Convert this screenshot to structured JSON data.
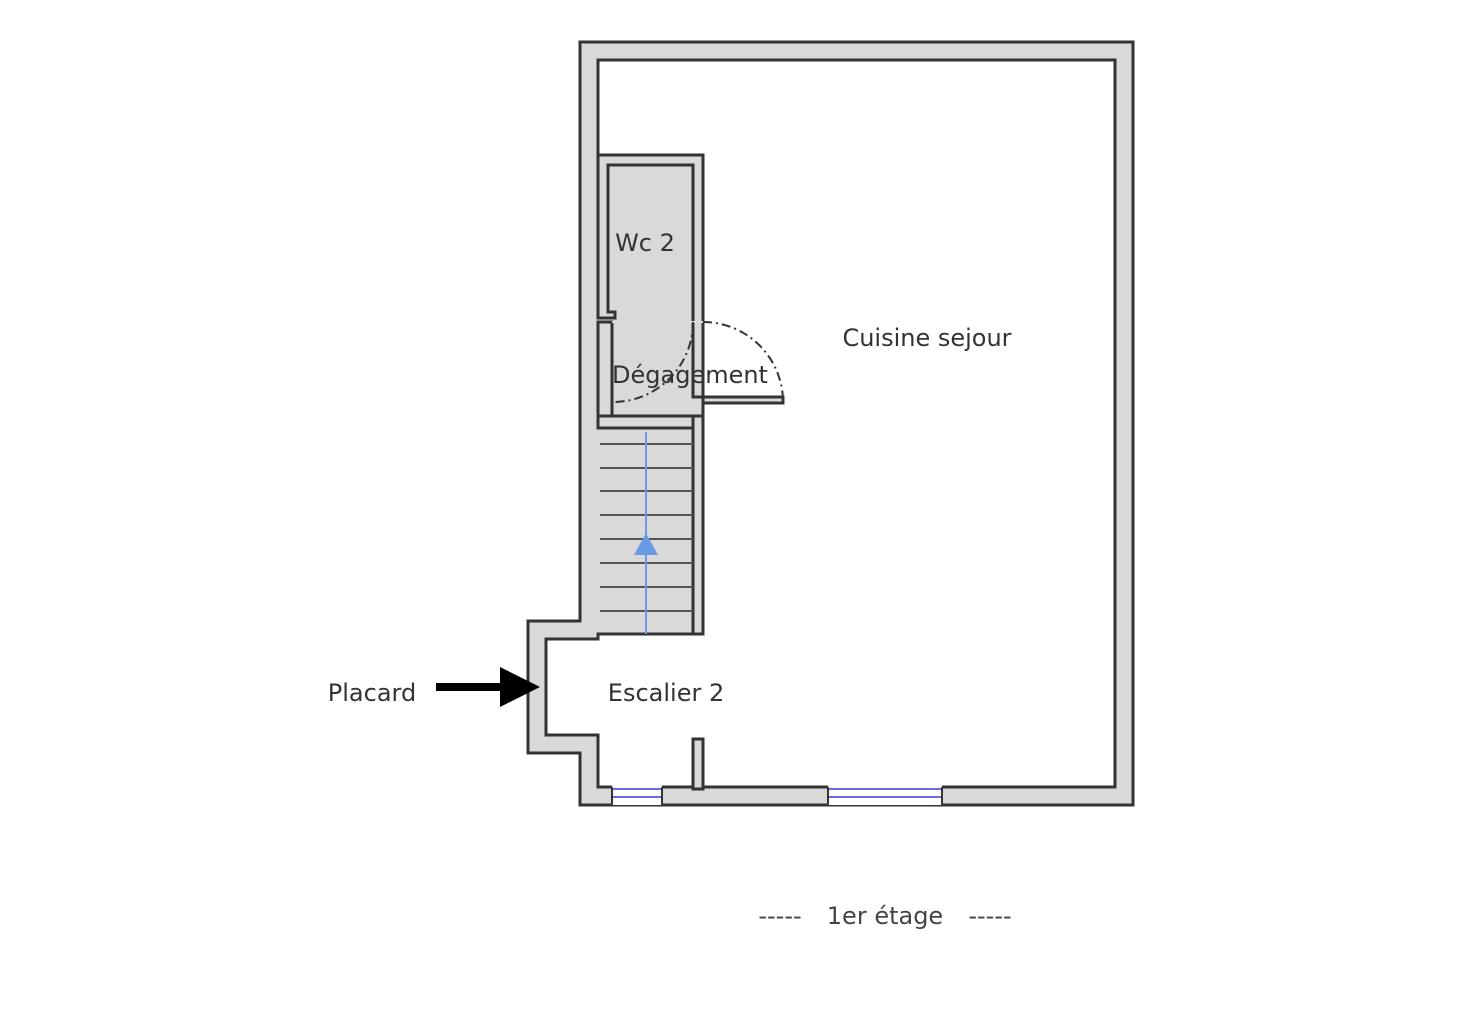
{
  "plan": {
    "rooms": [
      {
        "id": "cuisine",
        "label": "Cuisine sejour"
      },
      {
        "id": "wc",
        "label": "Wc 2"
      },
      {
        "id": "degagement",
        "label": "Dégagement"
      },
      {
        "id": "escalier",
        "label": "Escalier 2"
      }
    ],
    "callout": {
      "label": "Placard",
      "arrow_icon": "arrow-right-icon"
    },
    "floor_caption": {
      "dashes": "-----",
      "label": "1er étage"
    }
  },
  "colors": {
    "wall_fill": "#d9d9d9",
    "wall_stroke": "#333333",
    "stair_arrow": "#6a9ae6",
    "window": "#3a3ad6",
    "text": "#333333"
  },
  "icons": [
    "arrow-right-icon",
    "stair-direction-arrow-icon",
    "door-swing-icon",
    "window-icon"
  ]
}
